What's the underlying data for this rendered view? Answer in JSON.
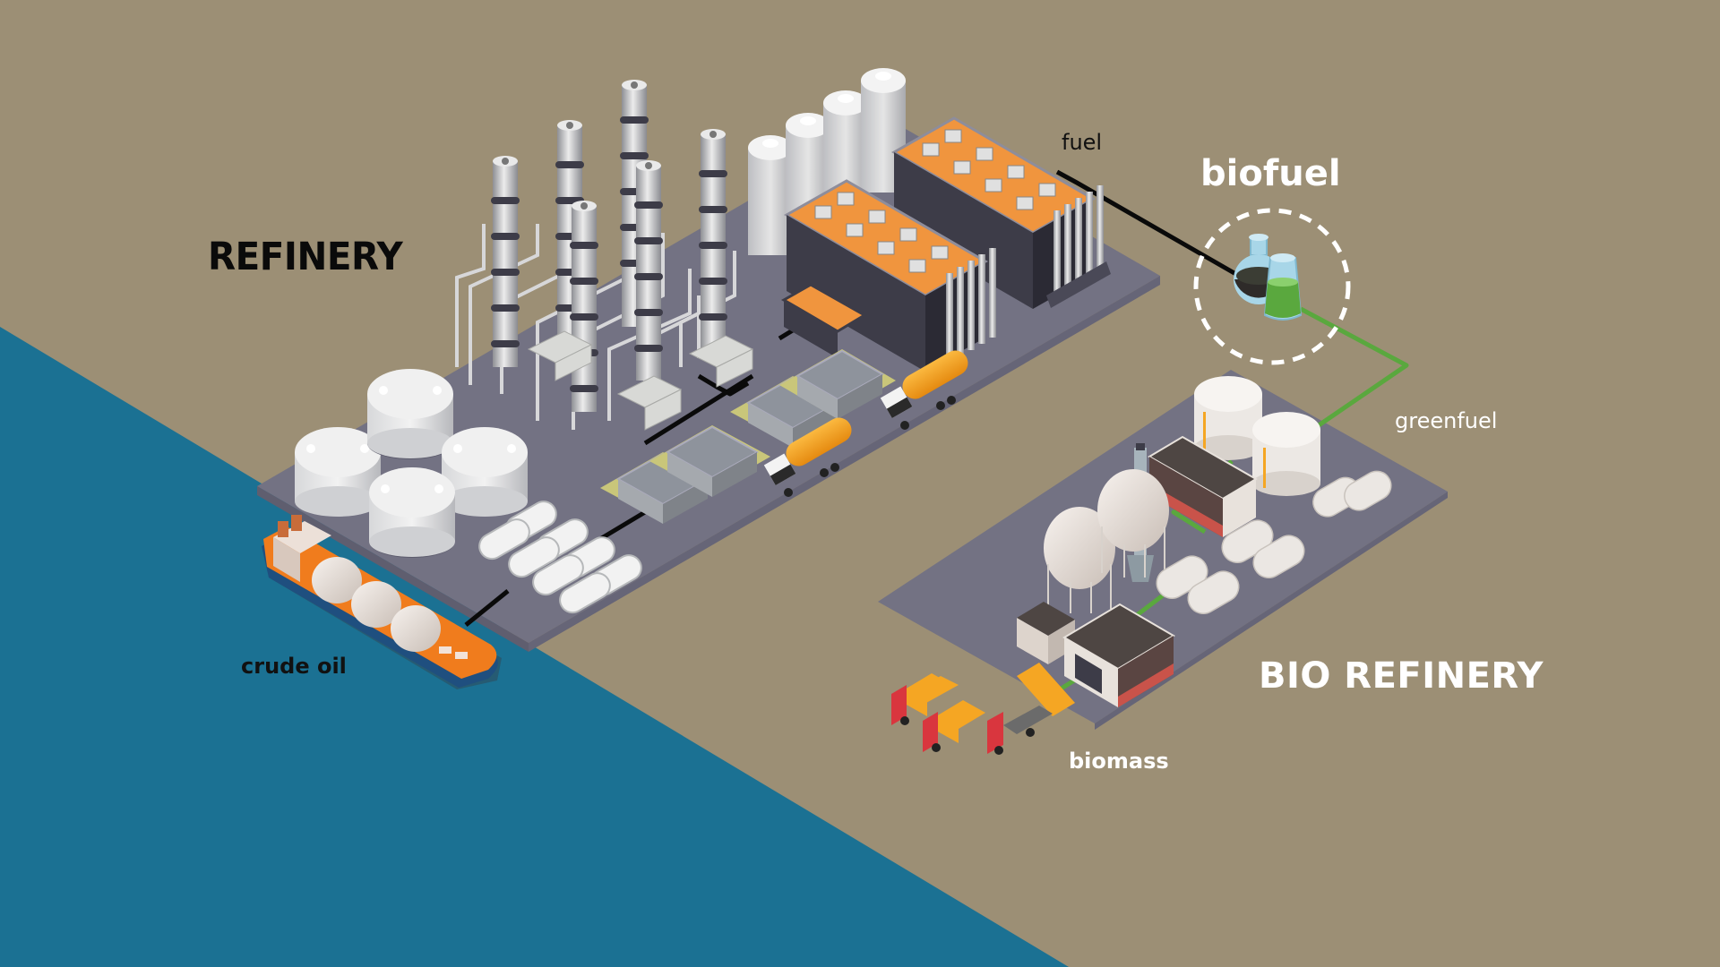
{
  "labels": {
    "refinery": "REFINERY",
    "bio_refinery": "BIO REFINERY",
    "biofuel": "biofuel",
    "fuel": "fuel",
    "greenfuel": "greenfuel",
    "crude_oil": "crude oil",
    "biomass": "biomass"
  },
  "colors": {
    "ground": "#9c8f75",
    "water": "#1b7193",
    "platform": "#737283",
    "fuel_line": "#0a0a0a",
    "green_line": "#5aa83e",
    "roof_orange": "#f0953e",
    "tank_white": "#e6e6e6",
    "building_dark": "#3d3c48",
    "tanker_orange": "#f7a21b",
    "ship_hull": "#1f4f7f",
    "truck_red": "#d9363e",
    "truck_bed": "#f5a623"
  }
}
